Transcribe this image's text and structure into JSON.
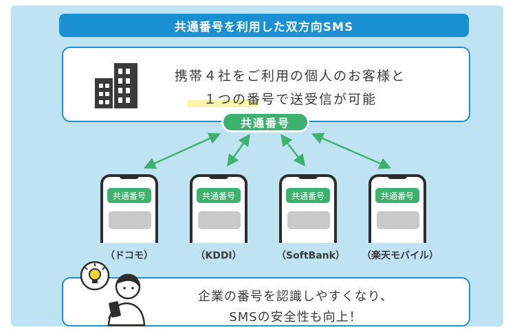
{
  "title": "共通番号を利用した双方向SMS",
  "headline": {
    "line1": "携帯４社をご利用の個人のお客様と",
    "line2": "１つの番号で送受信が可能"
  },
  "hub_label": "共通番号",
  "phones": [
    {
      "tag": "共通番号",
      "carrier": "（ドコモ）"
    },
    {
      "tag": "共通番号",
      "carrier": "（KDDI）"
    },
    {
      "tag": "共通番号",
      "carrier": "（SoftBank）"
    },
    {
      "tag": "共通番号",
      "carrier": "（楽天モバイル）"
    }
  ],
  "footer": {
    "line1": "企業の番号を認識しやすくなり、",
    "line2": "SMSの安全性も向上！"
  },
  "colors": {
    "panel": "#bfe3f2",
    "accent_blue": "#1a8fd1",
    "accent_green": "#3db26f",
    "highlight": "#fbf3a8"
  },
  "icons": [
    "building-icon",
    "bidirectional-arrow-icon",
    "smartphone-icon",
    "person-with-phone-icon",
    "lightbulb-icon"
  ]
}
